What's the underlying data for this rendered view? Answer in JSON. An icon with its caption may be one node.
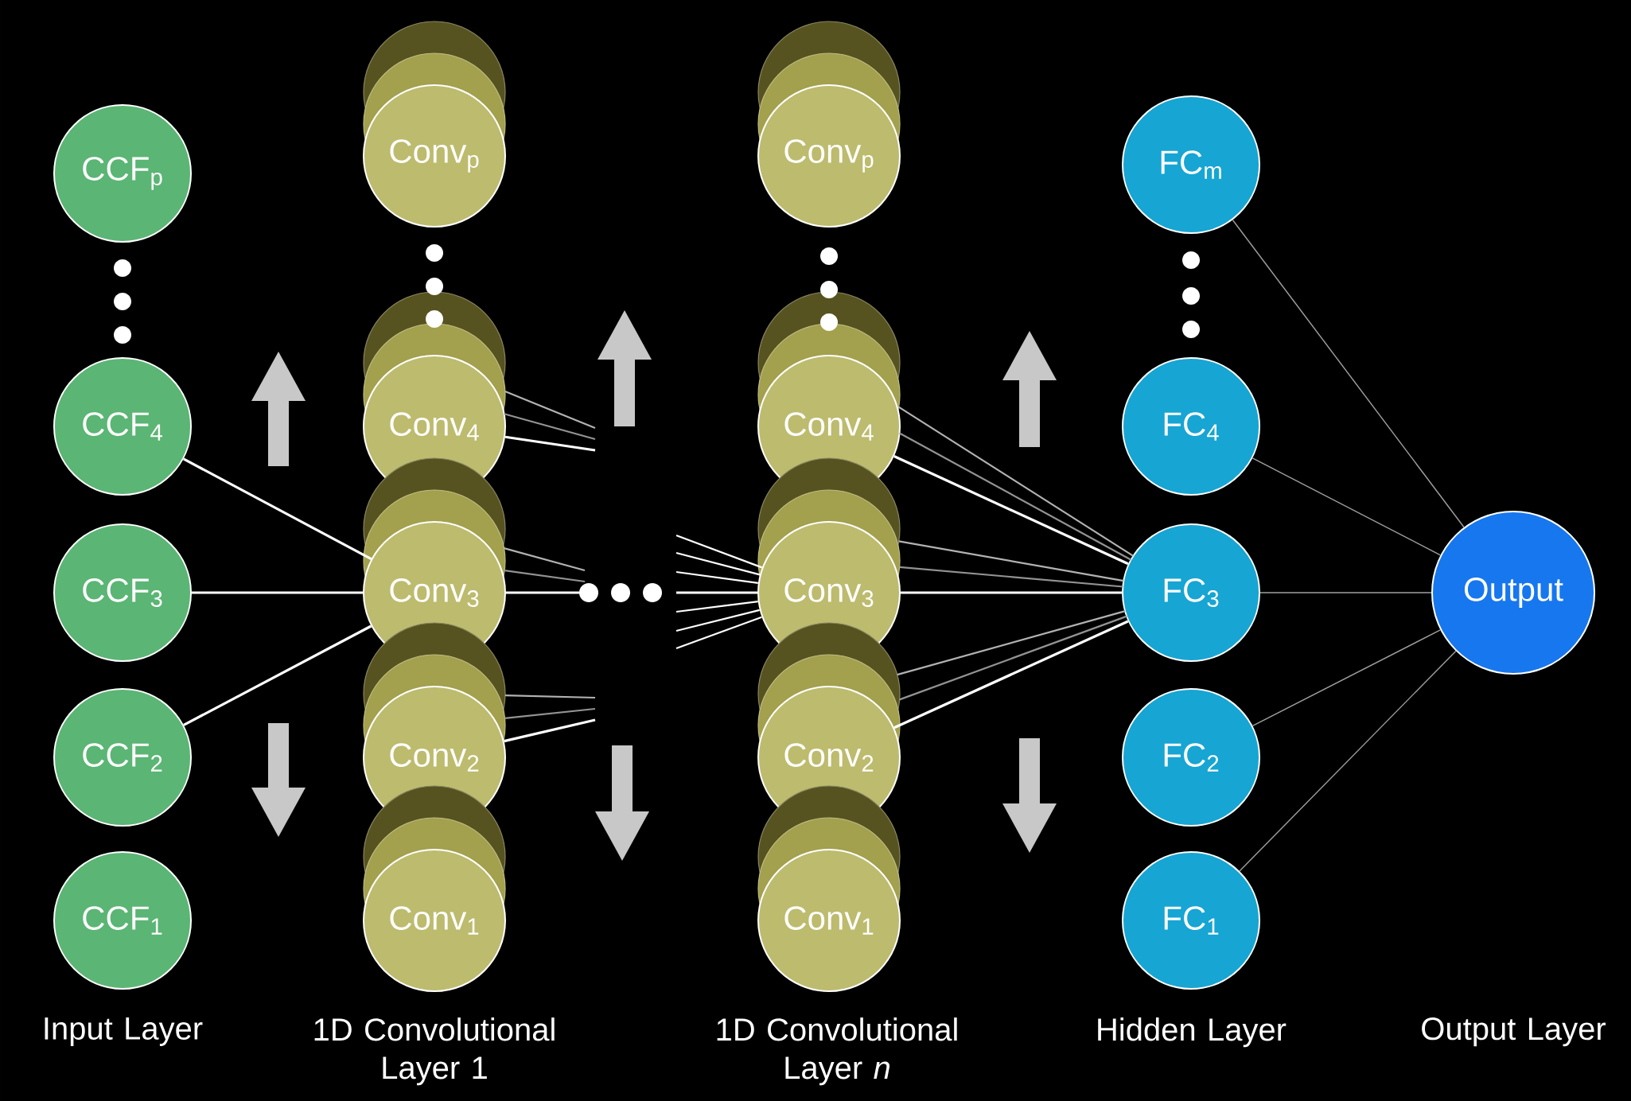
{
  "diagram": {
    "nodes": [
      {
        "text": [
          "CCF$_{p}$"
        ]
      },
      {
        "text": [
          "CCF$_{4}$"
        ]
      },
      {
        "text": [
          "CCF$_{3}$"
        ]
      },
      {
        "text": [
          "CCF$_{2}$"
        ]
      },
      {
        "text": [
          "CCF$_{1}$"
        ]
      },
      {
        "text": [
          "Conv$_{p}$"
        ]
      },
      {
        "text": [
          "Conv$_{4}$"
        ]
      },
      {
        "text": [
          "Conv$_{3}$"
        ]
      },
      {
        "text": [
          "Conv$_{2}$"
        ]
      },
      {
        "text": [
          "Conv$_{1}$"
        ]
      },
      {
        "text": [
          "Conv$_{p}$"
        ]
      },
      {
        "text": [
          "Conv$_{4}$"
        ]
      },
      {
        "text": [
          "Conv$_{3}$"
        ]
      },
      {
        "text": [
          "Conv$_{2}$"
        ]
      },
      {
        "text": [
          "Conv$_{1}$"
        ]
      },
      {
        "text": [
          "FC$_{m}$"
        ]
      },
      {
        "text": [
          "FC$_{4}$"
        ]
      },
      {
        "text": [
          "FC$_{3}$"
        ]
      },
      {
        "text": [
          "FC$_{2}$"
        ]
      },
      {
        "text": [
          "FC$_{1}$"
        ]
      },
      {
        "text": [
          "Output"
        ]
      }
    ],
    "edges": [
      {
        "from": 1,
        "to": 7,
        "arrow": "none"
      },
      {
        "from": 2,
        "to": 7,
        "arrow": "none"
      },
      {
        "from": 3,
        "to": 7,
        "arrow": "none"
      },
      {
        "from": 6,
        "to": null,
        "arrow": "none"
      },
      {
        "from": 7,
        "to": null,
        "arrow": "none"
      },
      {
        "from": 8,
        "to": null,
        "arrow": "none"
      },
      {
        "from": null,
        "to": 12,
        "arrow": "none"
      },
      {
        "from": 11,
        "to": 17,
        "arrow": "none"
      },
      {
        "from": 12,
        "to": 17,
        "arrow": "none"
      },
      {
        "from": 13,
        "to": 17,
        "arrow": "none"
      },
      {
        "from": 15,
        "to": 20,
        "arrow": "none",
        "color": "#a0a0a0"
      },
      {
        "from": 16,
        "to": 20,
        "arrow": "none",
        "color": "#a0a0a0"
      },
      {
        "from": 17,
        "to": 20,
        "arrow": "none",
        "color": "#a0a0a0"
      },
      {
        "from": 18,
        "to": 20,
        "arrow": "none",
        "color": "#a0a0a0"
      },
      {
        "from": 19,
        "to": 20,
        "arrow": "none",
        "color": "#a0a0a0"
      }
    ],
    "labels": [
      "Input Layer",
      "1D Convolutional Layer 1",
      "1D Convolutional Layer *n*",
      "Hidden Layer",
      "Output Layer"
    ]
  }
}
